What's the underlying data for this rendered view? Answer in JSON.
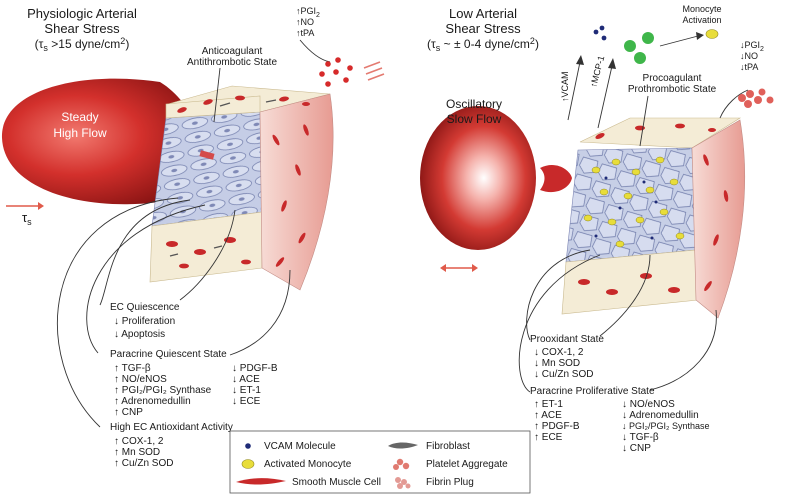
{
  "left": {
    "title": [
      "Physiologic Arterial",
      "Shear Stress"
    ],
    "title_tau": "(τ",
    "title_tau_sub": "s",
    "title_tau_rest": " >15 dyne/cm",
    "title_sup": "2",
    "title_close": ")",
    "cone_label": [
      "Steady",
      "High Flow"
    ],
    "tau": "τ",
    "tau_sub": "s",
    "state_label": [
      "Anticoagulant",
      "Antithrombotic State"
    ],
    "mediators": [
      "↑PGI",
      "↑NO",
      "↑tPA"
    ],
    "mediator_sub": "2",
    "quiescence": {
      "heading": "EC Quiescence",
      "items": [
        "↓ Proliferation",
        "↓ Apoptosis"
      ]
    },
    "paracrine": {
      "heading": "Paracrine Quiescent State",
      "col1": [
        "↑ TGF-β",
        "↑ NO/eNOS",
        "↑ PGI₂/PGI₂ Synthase",
        "↑ Adrenomedullin",
        "↑ CNP"
      ],
      "col2": [
        "↓ PDGF-B",
        "↓ ACE",
        "↓ ET-1",
        "↓ ECE"
      ]
    },
    "antioxidant": {
      "heading": "High EC Antioxidant Activity",
      "items": [
        "↑ COX-1, 2",
        "↑ Mn SOD",
        "↑ Cu/Zn SOD"
      ]
    }
  },
  "right": {
    "title": [
      "Low Arterial",
      "Shear Stress"
    ],
    "title_tau": "(τ",
    "title_tau_sub": "s",
    "title_tau_rest": " ~ ± 0-4 dyne/cm",
    "title_sup": "2",
    "title_close": ")",
    "cone_label": [
      "Oscillatory",
      "Slow Flow"
    ],
    "vcam": "↑VCAM",
    "mcp": "↑MCP-1",
    "monocyte_activation": [
      "Monocyte",
      "Activation"
    ],
    "mediators": [
      "↓PGI",
      "↓NO",
      "↓tPA"
    ],
    "mediator_sub": "2",
    "state_label": [
      "Procoagulant",
      "Prothrombotic State"
    ],
    "prooxidant": {
      "heading": "Prooxidant State",
      "items": [
        "↓ COX-1, 2",
        "↓ Mn SOD",
        "↓ Cu/Zn SOD"
      ]
    },
    "paracrine": {
      "heading": "Paracrine Proliferative State",
      "col1": [
        "↑ ET-1",
        "↑ ACE",
        "↑ PDGF-B",
        "↑ ECE"
      ],
      "col2": [
        "↓ NO/eNOS",
        "↓ Adrenomedullin",
        "↓ PGI₂/PGI₂ Synthase",
        "↓ TGF-β",
        "↓ CNP"
      ]
    }
  },
  "legend": {
    "items": [
      {
        "label": "VCAM Molecule",
        "icon": "vcam-dot-icon"
      },
      {
        "label": "Fibroblast",
        "icon": "fibroblast-icon"
      },
      {
        "label": "Activated Monocyte",
        "icon": "monocyte-icon"
      },
      {
        "label": "Platelet Aggregate",
        "icon": "platelet-icon"
      },
      {
        "label": "Smooth Muscle Cell",
        "icon": "smooth-muscle-icon"
      },
      {
        "label": "Fibrin Plug",
        "icon": "fibrin-plug-icon"
      }
    ]
  },
  "colors": {
    "red": "#c8292a",
    "endothelium": "#b9c3dd",
    "wall_pink": "#f3c9c4",
    "wall_cream": "#f4ecd6",
    "monocyte": "#e8dd3a",
    "vcam": "#1f2b77",
    "green": "#3fb64a"
  }
}
